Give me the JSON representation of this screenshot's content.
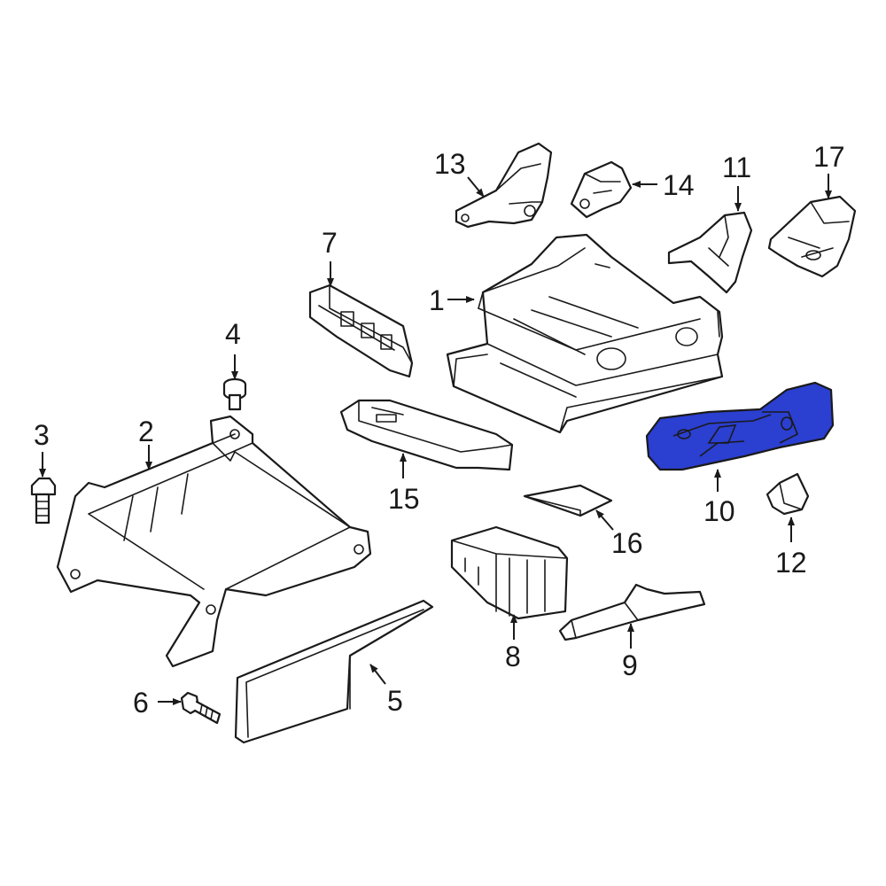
{
  "colors": {
    "highlight": "#2b3fd1",
    "line": "#1a1a1a",
    "background": "#ffffff"
  },
  "callouts": {
    "c1": "1",
    "c2": "2",
    "c3": "3",
    "c4": "4",
    "c5": "5",
    "c6": "6",
    "c7": "7",
    "c8": "8",
    "c9": "9",
    "c10": "10",
    "c11": "11",
    "c12": "12",
    "c13": "13",
    "c14": "14",
    "c15": "15",
    "c16": "16",
    "c17": "17"
  },
  "highlighted_part": "10"
}
